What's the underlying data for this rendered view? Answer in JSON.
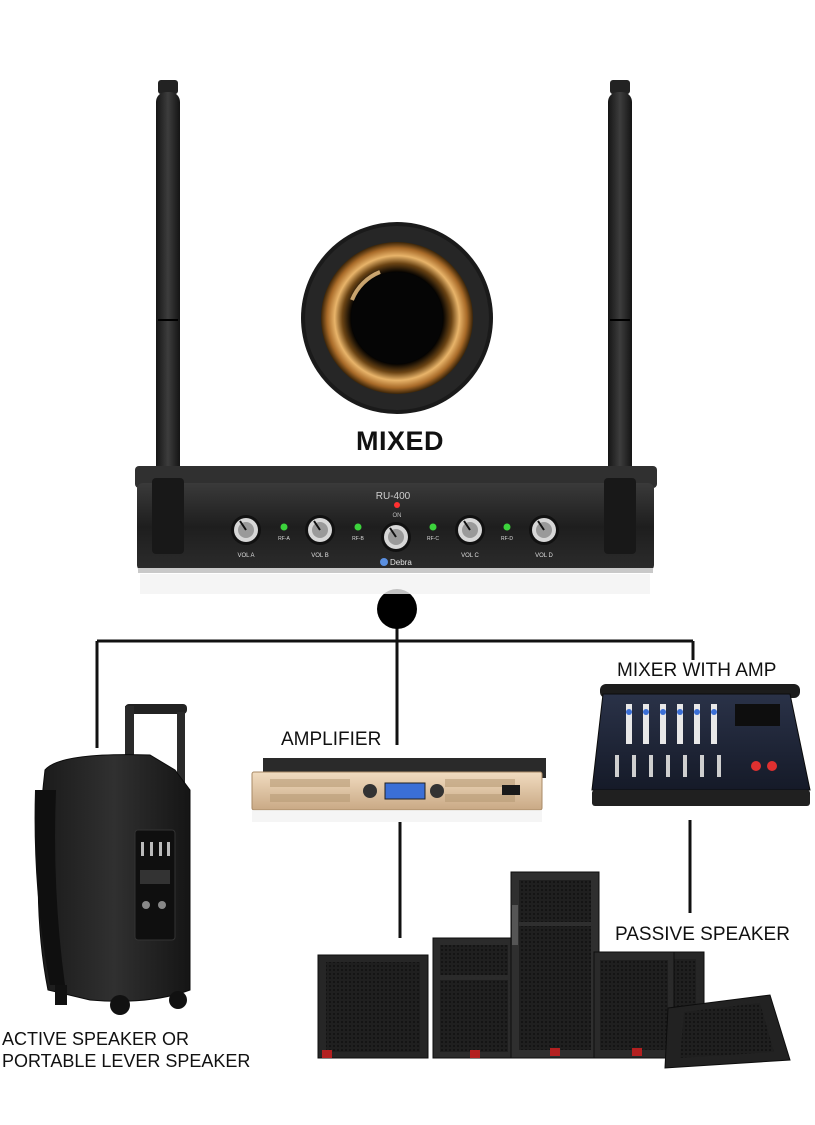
{
  "labels": {
    "mixed": "MIXED",
    "amplifier": "AMPLIFIER",
    "mixer_with_amp": "MIXER WITH AMP",
    "passive_speaker": "PASSIVE SPEAKER",
    "active_speaker_line1": "ACTIVE SPEAKER OR",
    "active_speaker_line2": "PORTABLE LEVER SPEAKER"
  },
  "receiver": {
    "model": "RU-400",
    "power_label": "ON",
    "brand": "Debra",
    "knobs": [
      "VOL A",
      "VOL B",
      "VOL C",
      "VOL D"
    ],
    "rf_indicators": [
      "RF-A",
      "RF-B",
      "RF-C",
      "RF-D"
    ]
  },
  "colors": {
    "line": "#111111",
    "device_body": "#2a2a2a",
    "gold_ring": "#c8903f",
    "led_green": "#3cd33c",
    "led_red": "#ff3030",
    "display_blue": "#3b6fd6"
  }
}
